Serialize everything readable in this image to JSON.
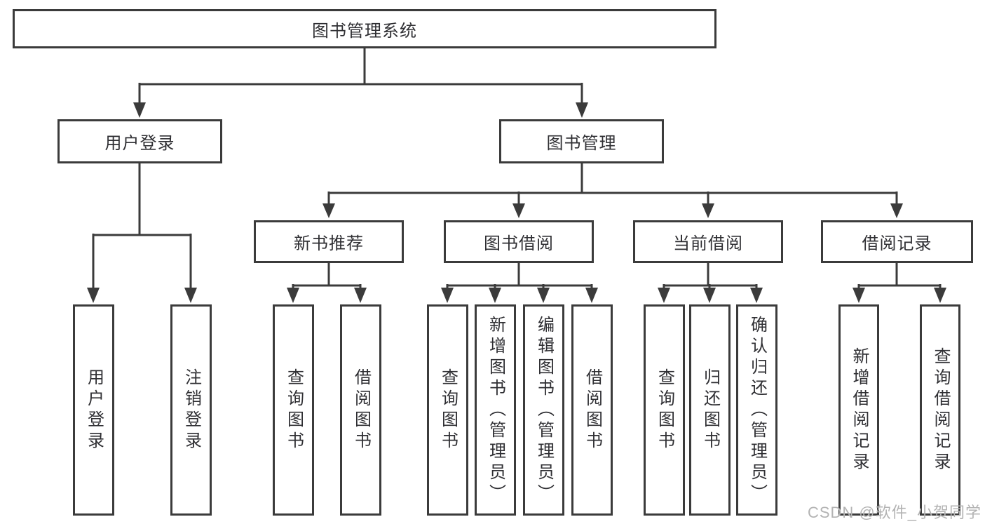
{
  "diagram": {
    "title": "图书管理系统",
    "colors": {
      "line": "#3b3b3b",
      "text": "#2f2f33",
      "box_background": "#ffffff",
      "watermark": "#b3b3b3"
    },
    "nodes": {
      "root": {
        "label": "图书管理系统"
      },
      "user_login": {
        "label": "用户登录"
      },
      "book_mgmt": {
        "label": "图书管理"
      },
      "new_book": {
        "label": "新书推荐"
      },
      "book_borrow": {
        "label": "图书借阅"
      },
      "current_borrow": {
        "label": "当前借阅"
      },
      "borrow_record": {
        "label": "借阅记录"
      },
      "leaf_user_login": {
        "label": "用户登录"
      },
      "leaf_logout": {
        "label": "注销登录"
      },
      "leaf_nb_query": {
        "label": "查询图书"
      },
      "leaf_nb_borrow": {
        "label": "借阅图书"
      },
      "leaf_bb_query": {
        "label": "查询图书"
      },
      "leaf_bb_add": {
        "label": "新增图书（管理员）"
      },
      "leaf_bb_edit": {
        "label": "编辑图书（管理员）"
      },
      "leaf_bb_borrow": {
        "label": "借阅图书"
      },
      "leaf_cb_query": {
        "label": "查询图书"
      },
      "leaf_cb_return": {
        "label": "归还图书"
      },
      "leaf_cb_confirm": {
        "label": "确认归还（管理员）"
      },
      "leaf_br_add": {
        "label": "新增借阅记录"
      },
      "leaf_br_query": {
        "label": "查询借阅记录"
      }
    },
    "watermark": {
      "text": "CSDN @软件_小贺同学"
    }
  }
}
